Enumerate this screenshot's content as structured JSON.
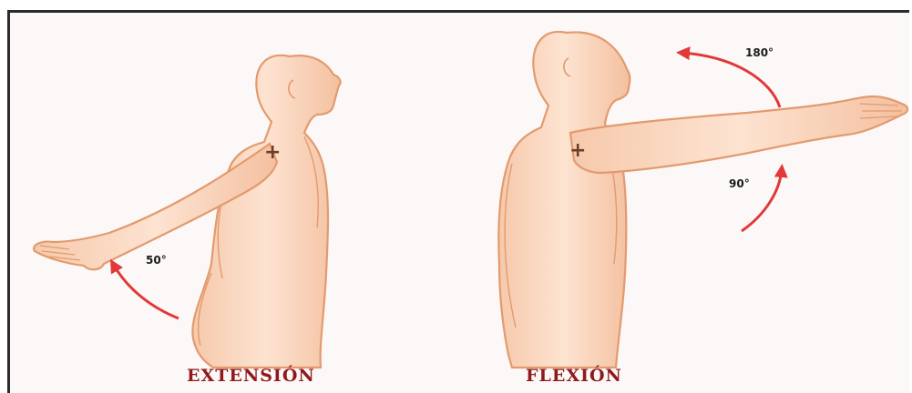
{
  "figures": [
    {
      "caption": "EXTENSIÓN",
      "angle_label": "50°",
      "pivot_marker": "+",
      "arm_angle_deg": 50
    },
    {
      "caption": "FLEXIÓN",
      "angle_label_high": "180°",
      "angle_label_mid": "90°",
      "pivot_marker": "+",
      "arm_angle_deg": 90
    }
  ],
  "colors": {
    "skin_fill": "#fcdcc6",
    "skin_outline": "#e39a6e",
    "arrow": "#e23838",
    "caption": "#8f1a1c",
    "frame": "#2b2b2b"
  }
}
